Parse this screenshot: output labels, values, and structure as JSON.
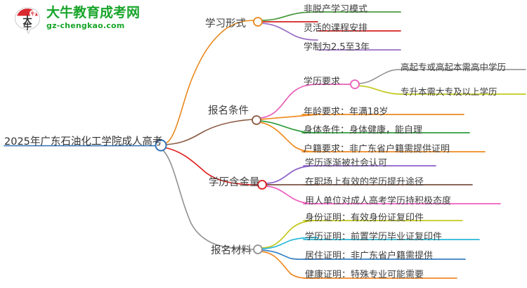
{
  "logo": {
    "mark_name": "daniu-bull-speech-bubble-logo",
    "brand_cn": "大牛教育成考网",
    "brand_url": "gz-chengkao.com",
    "mark_text": "大牛",
    "colors": {
      "brand_green": "#18a52a",
      "mark_red": "#d9282f"
    }
  },
  "mindmap": {
    "root": {
      "label": "2025年广东石油化工学院成人高考",
      "node_color": "#2f6fb5"
    },
    "branches": [
      {
        "label": "学习形式",
        "color": "#e8891c",
        "children": [
          {
            "label": "非脱产学习模式",
            "color": "#4a9b3f"
          },
          {
            "label": "灵活的课程安排",
            "color": "#d62020"
          },
          {
            "label": "学制为2.5至3年",
            "color": "#9b6fc4"
          }
        ]
      },
      {
        "label": "报名条件",
        "color": "#8a5a42",
        "children": [
          {
            "label": "学历要求",
            "color": "#e75fb8",
            "children": [
              {
                "label": "高起专或高起本需高中学历",
                "color": "#8c8c8c"
              },
              {
                "label": "专升本需大专及以上学历",
                "color": "#c3c91f"
              }
            ]
          },
          {
            "label": "年龄要求：年满18岁",
            "color": "#ef8a20"
          },
          {
            "label": "身体条件：身体健康，能自理",
            "color": "#2f9e3f"
          },
          {
            "label": "户籍要求：非广东省户籍需提供证明",
            "color": "#ef8a20"
          }
        ]
      },
      {
        "label": "学历含金量",
        "color": "#e01b1b",
        "children": [
          {
            "label": "学历逐渐被社会认可",
            "color": "#8b5fc9"
          },
          {
            "label": "在职场上有效的学历提升途径",
            "color": "#7a5240"
          },
          {
            "label": "用人单位对成人高考学历持积极态度",
            "color": "#ef5fc0"
          }
        ]
      },
      {
        "label": "报名材料",
        "color": "#909090",
        "children": [
          {
            "label": "身份证明：有效身份证复印件",
            "color": "#c3c91f"
          },
          {
            "label": "学历证明：前置学历毕业证复印件",
            "color": "#29b8d8"
          },
          {
            "label": "居住证明：非广东省户籍需提供",
            "color": "#3680c4"
          },
          {
            "label": "健康证明：特殊专业可能需要",
            "color": "#f08a28"
          }
        ]
      }
    ]
  }
}
